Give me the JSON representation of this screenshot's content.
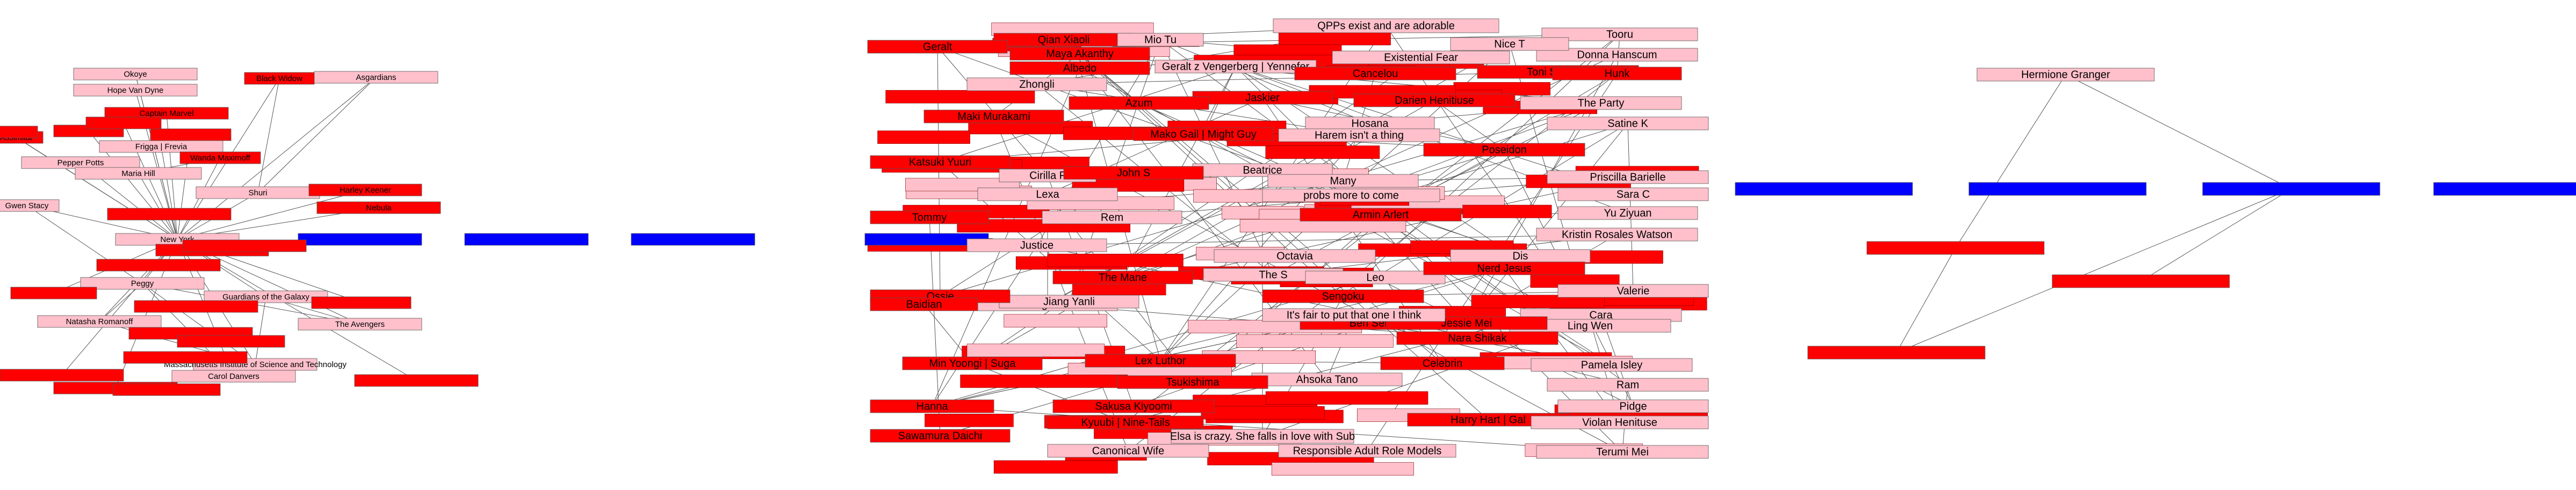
{
  "colors": {
    "red": "#ff0000",
    "pink": "#ffc0cb",
    "blue": "#0000ff",
    "edge": "#555555",
    "text": "#000000",
    "blue_text": "#6666cc"
  },
  "graph1": {
    "nodes": [
      {
        "id": "okoye",
        "label": "Okoye",
        "color": "pink"
      },
      {
        "id": "hope",
        "label": "Hope Van Dyne",
        "color": "pink"
      },
      {
        "id": "black_widow",
        "label": "Black Widow",
        "color": "red"
      },
      {
        "id": "asgardians",
        "label": "Asgardians",
        "color": "pink"
      },
      {
        "id": "captain_marvel",
        "label": "Captain Marvel",
        "color": "red"
      },
      {
        "id": "red_a",
        "label": "",
        "color": "red"
      },
      {
        "id": "red_b",
        "label": "",
        "color": "red"
      },
      {
        "id": "assimilat",
        "label": "Assimilat",
        "color": "red"
      },
      {
        "id": "frigga",
        "label": "Frigga | Frevia",
        "color": "pink"
      },
      {
        "id": "pepper",
        "label": "Pepper Potts",
        "color": "pink"
      },
      {
        "id": "maria_hill",
        "label": "Maria Hill",
        "color": "pink"
      },
      {
        "id": "wanda",
        "label": "Wanda Maximoff",
        "color": "red"
      },
      {
        "id": "shuri",
        "label": "Shuri",
        "color": "pink"
      },
      {
        "id": "harley",
        "label": "Harley Keener",
        "color": "red"
      },
      {
        "id": "gwen",
        "label": "Gwen Stacy",
        "color": "pink"
      },
      {
        "id": "nebula",
        "label": "Nebula",
        "color": "red"
      },
      {
        "id": "new_york",
        "label": "New York",
        "color": "pink"
      },
      {
        "id": "dark_blue_1",
        "label": "",
        "color": "blue"
      },
      {
        "id": "peggy",
        "label": "Peggy",
        "color": "pink"
      },
      {
        "id": "guardians",
        "label": "Guardians of the Galaxy",
        "color": "pink"
      },
      {
        "id": "natasha",
        "label": "Natasha Romanoff",
        "color": "pink"
      },
      {
        "id": "the_avengers",
        "label": "The Avengers",
        "color": "pink"
      },
      {
        "id": "mit",
        "label": "Massachusetts Institute of Science and Technology",
        "color": "pink"
      },
      {
        "id": "carol",
        "label": "Carol Danvers",
        "color": "pink"
      },
      {
        "id": "ext_red_1",
        "label": "",
        "color": "red"
      },
      {
        "id": "ext_red_2",
        "label": "",
        "color": "red"
      },
      {
        "id": "ext_red_3",
        "label": "",
        "color": "red"
      },
      {
        "id": "ext_red_4",
        "label": "",
        "color": "red"
      },
      {
        "id": "ext_red_5",
        "label": "",
        "color": "red"
      },
      {
        "id": "ext_red_6",
        "label": "",
        "color": "red"
      },
      {
        "id": "ext_red_7",
        "label": "",
        "color": "red"
      },
      {
        "id": "ext_red_8",
        "label": "",
        "color": "red"
      },
      {
        "id": "ext_red_9",
        "label": "",
        "color": "red"
      },
      {
        "id": "ext_red_10",
        "label": "",
        "color": "red"
      },
      {
        "id": "ext_red_11",
        "label": "",
        "color": "red"
      },
      {
        "id": "ext_red_12",
        "label": "",
        "color": "red"
      },
      {
        "id": "ext_red_13",
        "label": "",
        "color": "red"
      },
      {
        "id": "ext_red_14",
        "label": "",
        "color": "red"
      },
      {
        "id": "ext_red_15",
        "label": "",
        "color": "red"
      },
      {
        "id": "ext_red_16",
        "label": "",
        "color": "red"
      }
    ]
  },
  "isolated_blue": [
    {
      "id": "iso_1",
      "label": "",
      "color": "blue"
    },
    {
      "id": "iso_2",
      "label": "",
      "color": "blue"
    },
    {
      "id": "iso_3",
      "label": "",
      "color": "blue"
    },
    {
      "id": "iso_4",
      "label": "",
      "color": "blue"
    },
    {
      "id": "iso_5",
      "label": "",
      "color": "blue"
    },
    {
      "id": "iso_6",
      "label": "",
      "color": "blue"
    },
    {
      "id": "iso_7",
      "label": "",
      "color": "blue"
    }
  ],
  "graph2": {
    "nodes": [
      {
        "id": "n01",
        "label": "Qian Xiaoli",
        "color": "red"
      },
      {
        "id": "n02",
        "label": "Jiang Yanli",
        "color": "pink"
      },
      {
        "id": "n03",
        "label": "Mio Tu",
        "color": "pink"
      },
      {
        "id": "n04",
        "label": "Geralt",
        "color": "red"
      },
      {
        "id": "n05",
        "label": "Maya Akanthy",
        "color": "red"
      },
      {
        "id": "n06",
        "label": "Albedo",
        "color": "red"
      },
      {
        "id": "n07",
        "label": "Zhongli",
        "color": "pink"
      },
      {
        "id": "n08",
        "label": "QPPs exist and are adorable",
        "color": "pink"
      },
      {
        "id": "n09",
        "label": "Tooru",
        "color": "pink"
      },
      {
        "id": "n10",
        "label": "Existential Fear",
        "color": "pink"
      },
      {
        "id": "n11",
        "label": "Donna Hanscum",
        "color": "pink"
      },
      {
        "id": "n12",
        "label": "Toni Stefania",
        "color": "red"
      },
      {
        "id": "n13",
        "label": "Hunk",
        "color": "red"
      },
      {
        "id": "n14",
        "label": "Geralt z Vengerberg | Yennefer",
        "color": "pink"
      },
      {
        "id": "n15",
        "label": "Cancelou",
        "color": "red"
      },
      {
        "id": "n16",
        "label": "Jaskier",
        "color": "red"
      },
      {
        "id": "n17",
        "label": "Darien Henitiuse",
        "color": "red"
      },
      {
        "id": "n18",
        "label": "The Party",
        "color": "pink"
      },
      {
        "id": "n19",
        "label": "Maki Murakami",
        "color": "red"
      },
      {
        "id": "n20",
        "label": "Azum",
        "color": "red"
      },
      {
        "id": "n21",
        "label": "Hosana",
        "color": "pink"
      },
      {
        "id": "n22",
        "label": "Satine K",
        "color": "pink"
      },
      {
        "id": "n23",
        "label": "Mako Gail | Might Guy",
        "color": "red"
      },
      {
        "id": "n24",
        "label": "Harem isn't a thing",
        "color": "pink"
      },
      {
        "id": "n25",
        "label": "Katsuki Yuuri",
        "color": "red"
      },
      {
        "id": "n26",
        "label": "Poseidon",
        "color": "red"
      },
      {
        "id": "n27",
        "label": "Cirilla F",
        "color": "pink"
      },
      {
        "id": "n28",
        "label": "Beatrice",
        "color": "pink"
      },
      {
        "id": "n29",
        "label": "Priscilla Barielle",
        "color": "pink"
      },
      {
        "id": "n30",
        "label": "John S",
        "color": "red"
      },
      {
        "id": "n31",
        "label": "Many",
        "color": "pink"
      },
      {
        "id": "n32",
        "label": "Sara C",
        "color": "pink"
      },
      {
        "id": "n33",
        "label": "Lexa",
        "color": "pink"
      },
      {
        "id": "n34",
        "label": "probs more to come",
        "color": "pink"
      },
      {
        "id": "n35",
        "label": "Yu Ziyuan",
        "color": "pink"
      },
      {
        "id": "n36",
        "label": "Tommy",
        "color": "red"
      },
      {
        "id": "n37",
        "label": "Rem",
        "color": "pink"
      },
      {
        "id": "n38",
        "label": "Armin Arlert",
        "color": "red"
      },
      {
        "id": "n39",
        "label": "Kristin Rosales Watson",
        "color": "pink"
      },
      {
        "id": "n40",
        "label": "Justice",
        "color": "pink"
      },
      {
        "id": "n41",
        "label": "Octavia",
        "color": "pink"
      },
      {
        "id": "n42",
        "label": "Dis",
        "color": "pink"
      },
      {
        "id": "n43",
        "label": "The Mane",
        "color": "red"
      },
      {
        "id": "n44",
        "label": "The S",
        "color": "pink"
      },
      {
        "id": "n45",
        "label": "Leo",
        "color": "pink"
      },
      {
        "id": "n46",
        "label": "Nerd Jesus",
        "color": "red"
      },
      {
        "id": "n47",
        "label": "Jiang Yanli",
        "color": "pink"
      },
      {
        "id": "n48",
        "label": "Sengoku",
        "color": "red"
      },
      {
        "id": "n49",
        "label": "Valerie",
        "color": "pink"
      },
      {
        "id": "n50",
        "label": "Cara",
        "color": "pink"
      },
      {
        "id": "n51",
        "label": "Ling Wen",
        "color": "pink"
      },
      {
        "id": "n52",
        "label": "Ben Sen",
        "color": "red"
      },
      {
        "id": "n53",
        "label": "Jessie Mei",
        "color": "red"
      },
      {
        "id": "n54",
        "label": "Nara Shikak",
        "color": "red"
      },
      {
        "id": "n55",
        "label": "Min Yoongi | Suga",
        "color": "red"
      },
      {
        "id": "n56",
        "label": "Lex Luthor",
        "color": "red"
      },
      {
        "id": "n57",
        "label": "Pamela Isley",
        "color": "pink"
      },
      {
        "id": "n58",
        "label": "Ahsoka Tano",
        "color": "pink"
      },
      {
        "id": "n59",
        "label": "Ram",
        "color": "pink"
      },
      {
        "id": "n60",
        "label": "Harry Hart | Gal",
        "color": "red"
      },
      {
        "id": "n61",
        "label": "Sakusa Kiyoomi",
        "color": "red"
      },
      {
        "id": "n62",
        "label": "Pidge",
        "color": "pink"
      },
      {
        "id": "n63",
        "label": "Violan Henituse",
        "color": "pink"
      },
      {
        "id": "n64",
        "label": "Elsa is crazy. She falls in love with Sub",
        "color": "pink"
      },
      {
        "id": "n65",
        "label": "Sawamura Daichi",
        "color": "red"
      },
      {
        "id": "n66",
        "label": "Canonical Wife",
        "color": "pink"
      },
      {
        "id": "n67",
        "label": "Responsible Adult Role Models",
        "color": "pink"
      },
      {
        "id": "n68",
        "label": "Terumi Mei",
        "color": "pink"
      },
      {
        "id": "n69",
        "label": "Nice T",
        "color": "pink"
      },
      {
        "id": "n70",
        "label": "It's fair to put that one I think",
        "color": "pink"
      },
      {
        "id": "n71",
        "label": "Ossie",
        "color": "red"
      },
      {
        "id": "n72",
        "label": "Hanna",
        "color": "red"
      },
      {
        "id": "n73",
        "label": "Kyuubi | Nine-Tails",
        "color": "red"
      },
      {
        "id": "n74",
        "label": "Tsukishima",
        "color": "red"
      },
      {
        "id": "n75",
        "label": "Baidian",
        "color": "red"
      },
      {
        "id": "n76",
        "label": "Celebrin",
        "color": "red"
      }
    ]
  },
  "graph3": {
    "nodes": [
      {
        "id": "hermione",
        "label": "Hermione Granger",
        "color": "pink"
      },
      {
        "id": "ron_red",
        "label": "",
        "color": "red"
      },
      {
        "id": "harry_potter",
        "label": "",
        "color": "red"
      },
      {
        "id": "ron_weasley",
        "label": "",
        "color": "red"
      },
      {
        "id": "hp_blue_1",
        "label": "",
        "color": "blue"
      },
      {
        "id": "hp_blue_2",
        "label": "",
        "color": "blue"
      }
    ]
  }
}
